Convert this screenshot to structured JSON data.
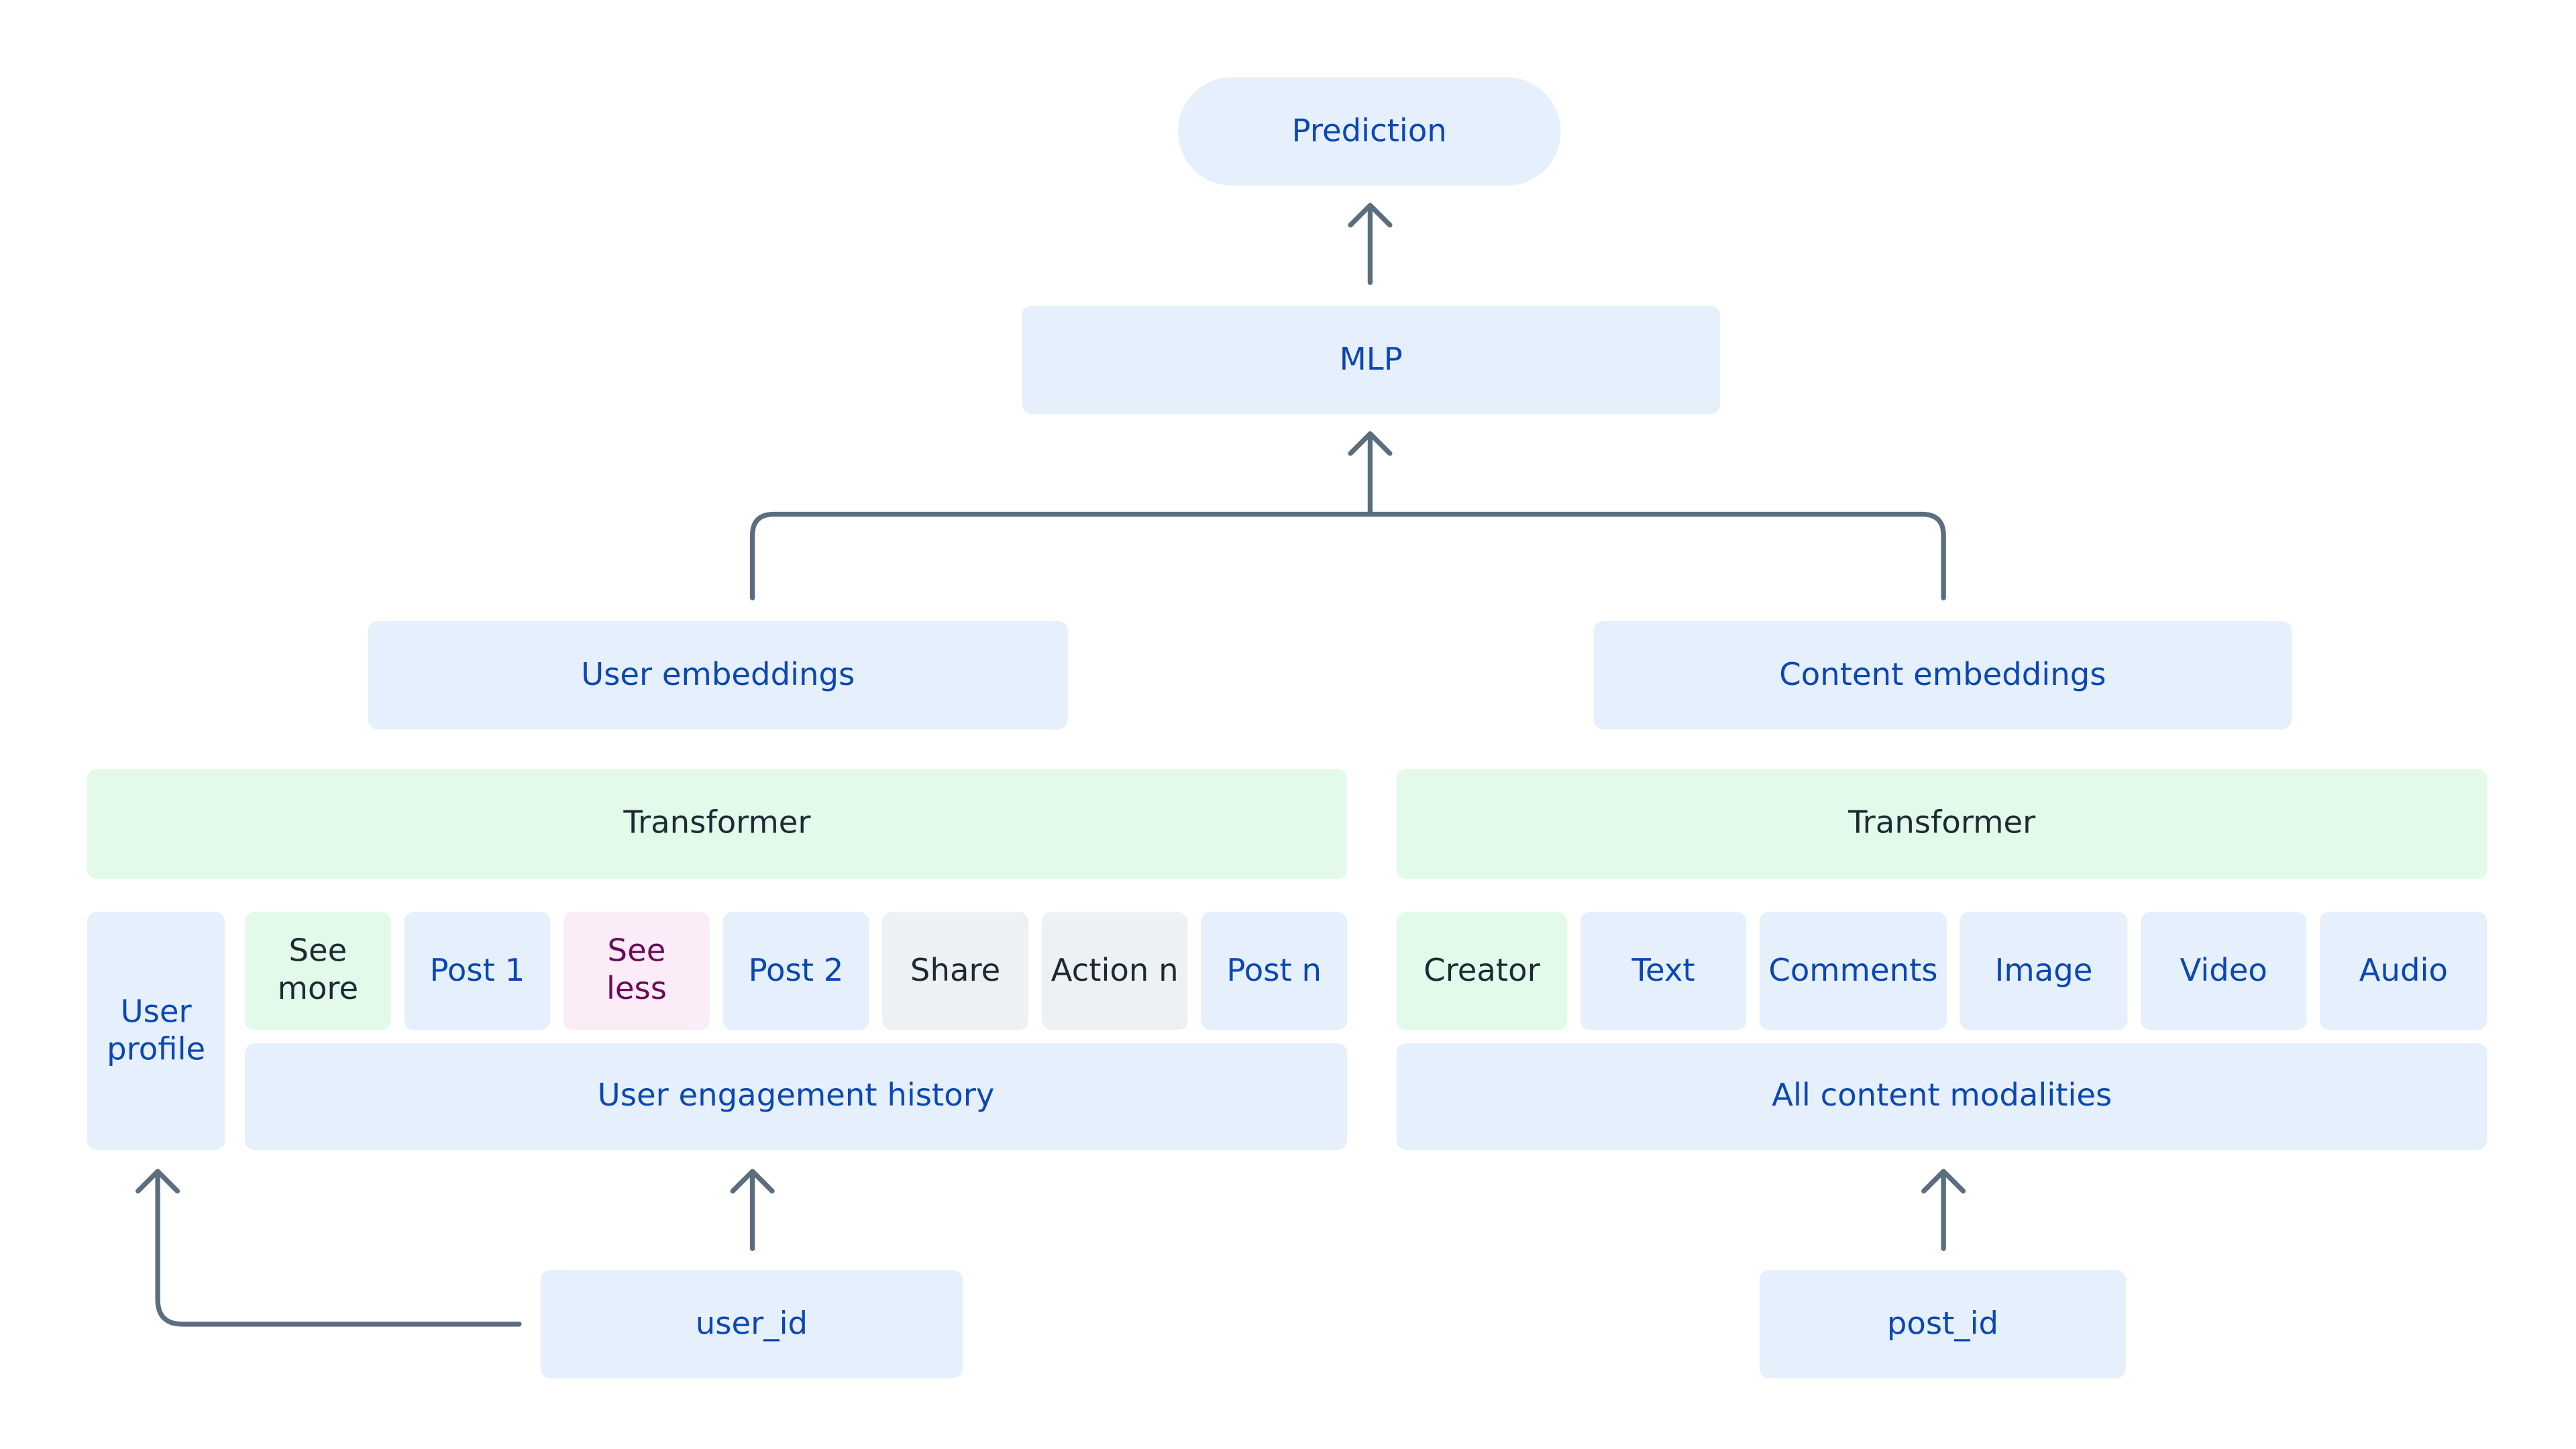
{
  "prediction": "Prediction",
  "mlp": "MLP",
  "user_embeddings": "User embeddings",
  "content_embeddings": "Content embeddings",
  "user_transformer": "Transformer",
  "content_transformer": "Transformer",
  "user_profile": "User\nprofile",
  "engagement_items": [
    {
      "label": "See\nmore"
    },
    {
      "label": "Post 1"
    },
    {
      "label": "See\nless"
    },
    {
      "label": "Post 2"
    },
    {
      "label": "Share"
    },
    {
      "label": "Action n"
    },
    {
      "label": "Post n"
    }
  ],
  "user_engagement_history": "User engagement history",
  "content_items": [
    {
      "label": "Creator"
    },
    {
      "label": "Text"
    },
    {
      "label": "Comments"
    },
    {
      "label": "Image"
    },
    {
      "label": "Video"
    },
    {
      "label": "Audio"
    }
  ],
  "all_content_modalities": "All content modalities",
  "user_id": "user_id",
  "post_id": "post_id",
  "colors": {
    "blue_fill": "#e6f0fc",
    "blue_text": "#0b47b4",
    "green_fill": "#e3f9ea",
    "pink_fill": "#fcecf7",
    "gray_fill": "#eef1f4",
    "connector": "#5c6e7d"
  }
}
